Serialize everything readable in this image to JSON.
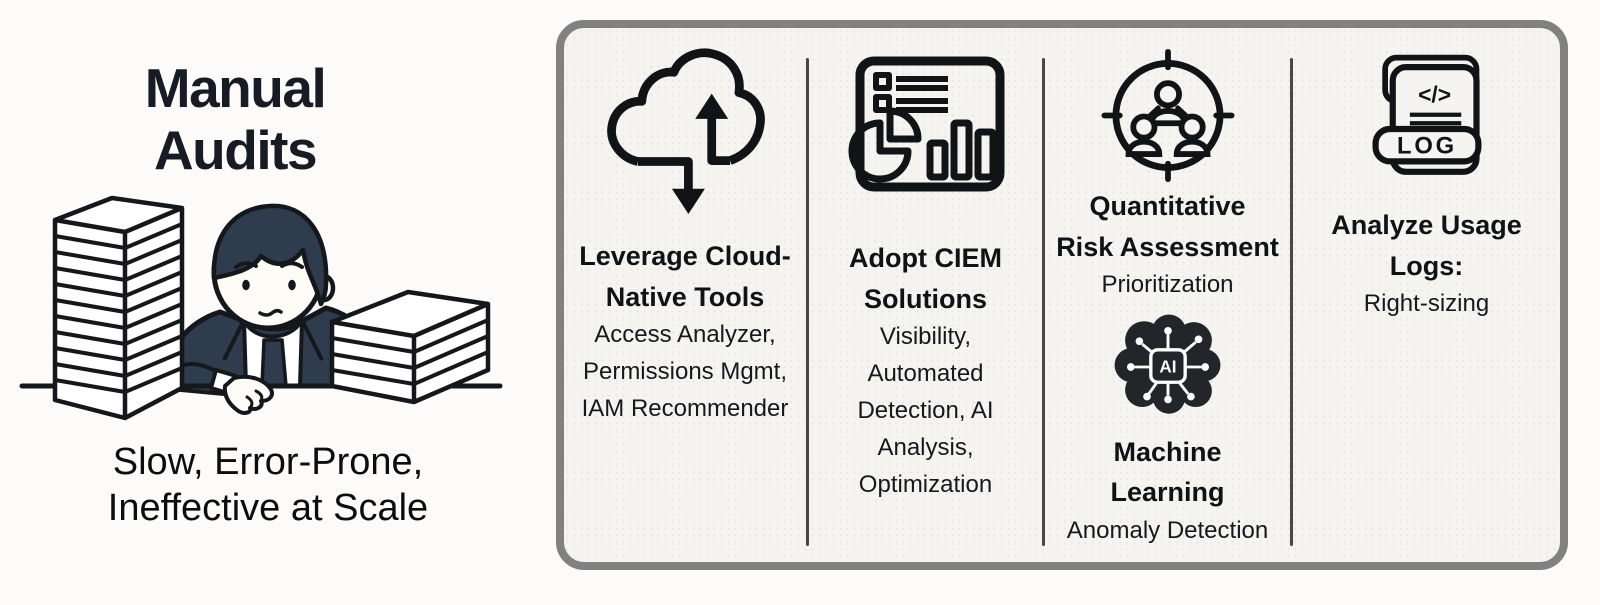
{
  "left": {
    "title": "Manual\nAudits",
    "caption": "Slow, Error-Prone,\nIneffective at Scale"
  },
  "panel": {
    "columns": [
      {
        "icon": "cloud-sync-icon",
        "title": "Leverage Cloud-\nNative Tools",
        "subtitle": "Access Analyzer,\nPermissions Mgmt,\nIAM Recommender"
      },
      {
        "icon": "dashboard-analytics-icon",
        "title": "Adopt CIEM\nSolutions",
        "subtitle": "Visibility,\nAutomated\nDetection, AI\nAnalysis,\nOptimization"
      },
      {
        "icon": "target-group-icon",
        "title": "Quantitative\nRisk Assessment",
        "subtitle": "Prioritization",
        "second": {
          "icon": "ai-brain-icon",
          "title": "Machine\nLearning",
          "subtitle": "Anomaly Detection"
        }
      },
      {
        "icon": "log-file-icon",
        "title": "Analyze Usage\nLogs:",
        "subtitle": "Right-sizing"
      }
    ],
    "icon_text": {
      "code_glyph": "</>",
      "log_label": "LOG",
      "ai_label": "AI"
    }
  },
  "colors": {
    "ink": "#14181c",
    "navy": "#2e3c4d",
    "panel_border": "#818181",
    "panel_bg": "#f5f4f1"
  }
}
